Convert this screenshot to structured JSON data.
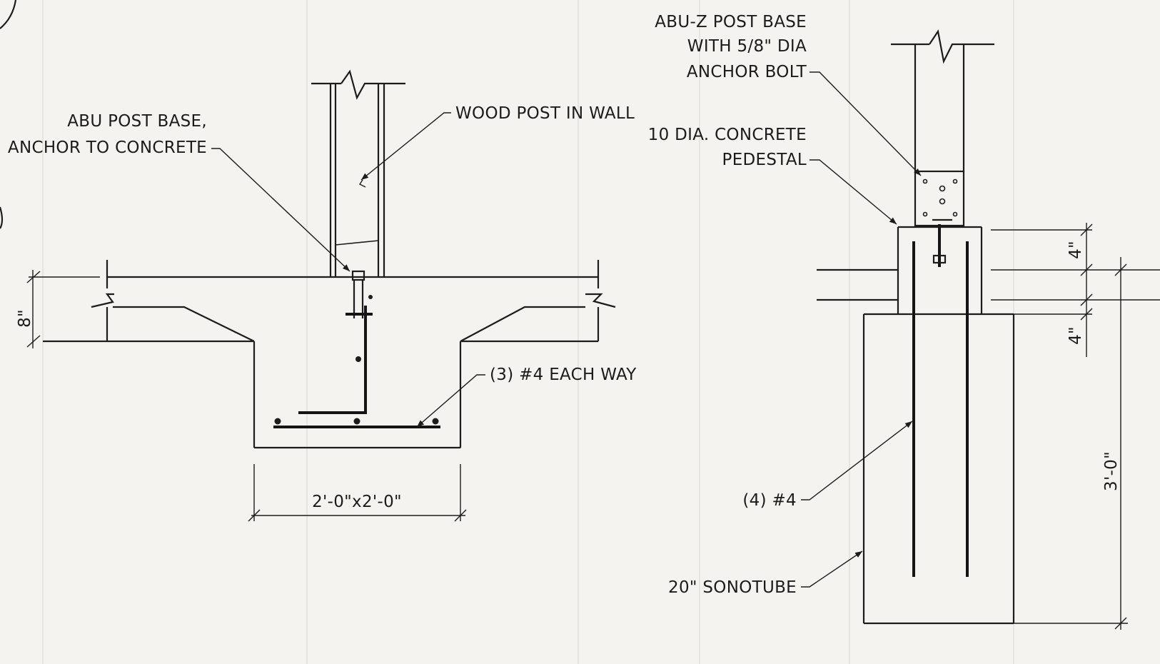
{
  "left_detail": {
    "post_base_label_line1": "ABU POST BASE,",
    "post_base_label_line2": "ANCHOR TO CONCRETE",
    "wood_post_label": "WOOD POST IN WALL",
    "rebar_label": "(3) #4 EACH WAY",
    "slab_dimension": "8\"",
    "footing_dimension": "2'-0\"x2'-0\""
  },
  "right_detail": {
    "post_base_label_line1": "ABU-Z POST BASE",
    "post_base_label_line2": "WITH 5/8\" DIA",
    "post_base_label_line3": "ANCHOR BOLT",
    "pedestal_label_line1": "10 DIA. CONCRETE",
    "pedestal_label_line2": "PEDESTAL",
    "rebar_label": "(4) #4",
    "sonotube_label": "20\" SONOTUBE",
    "upper_dimension": "4\"",
    "lower_dimension": "4\"",
    "depth_dimension": "3'-0\""
  }
}
